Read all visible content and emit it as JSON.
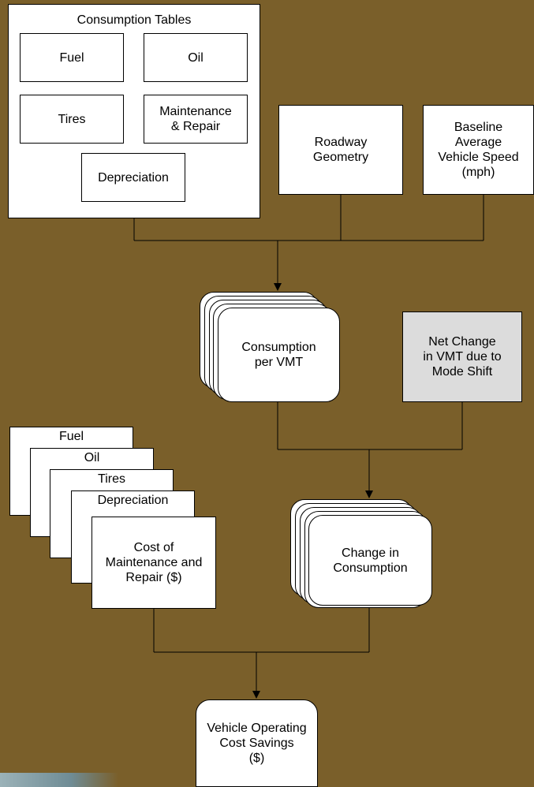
{
  "consumption_tables": {
    "title": "Consumption Tables",
    "items": {
      "fuel": "Fuel",
      "oil": "Oil",
      "tires": "Tires",
      "maintenance": "Maintenance\n& Repair",
      "depreciation": "Depreciation"
    }
  },
  "inputs": {
    "roadway_geometry": "Roadway\nGeometry",
    "baseline_speed": "Baseline\nAverage\nVehicle Speed\n(mph)"
  },
  "consumption_per_vmt": "Consumption\nper VMT",
  "net_change_vmt": "Net Change\nin VMT due to\nMode Shift",
  "cost_stack": {
    "fuel": "Fuel",
    "oil": "Oil",
    "tires": "Tires",
    "depreciation": "Depreciation",
    "maintenance": "Cost of\nMaintenance and\nRepair ($)"
  },
  "change_in_consumption": "Change in\nConsumption",
  "output": "Vehicle Operating\nCost Savings\n($)",
  "colors": {
    "background": "#7a5f2a",
    "box": "#ffffff",
    "highlight_box": "#dcdcdc",
    "line": "#000000"
  }
}
